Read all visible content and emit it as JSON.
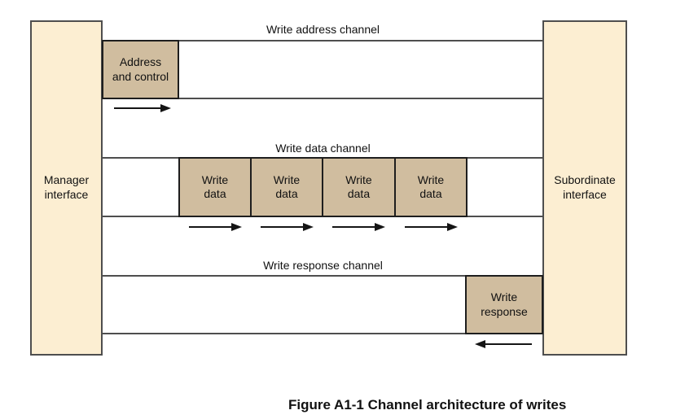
{
  "figure": {
    "caption": "Figure A1-1 Channel architecture of writes"
  },
  "interfaces": {
    "manager": "Manager\ninterface",
    "subordinate": "Subordinate\ninterface"
  },
  "channels": {
    "address": {
      "title": "Write address channel",
      "transfer": "Address\nand control",
      "direction": "right"
    },
    "data": {
      "title": "Write data channel",
      "transfers": [
        "Write\ndata",
        "Write\ndata",
        "Write\ndata",
        "Write\ndata"
      ],
      "direction": "right"
    },
    "response": {
      "title": "Write response channel",
      "transfer": "Write\nresponse",
      "direction": "left"
    }
  },
  "colors": {
    "interface_fill": "#fceed2",
    "transfer_fill": "#d0bd9f",
    "line": "#4e4e4e",
    "box_line": "#1e1e1e",
    "text": "#111111"
  }
}
